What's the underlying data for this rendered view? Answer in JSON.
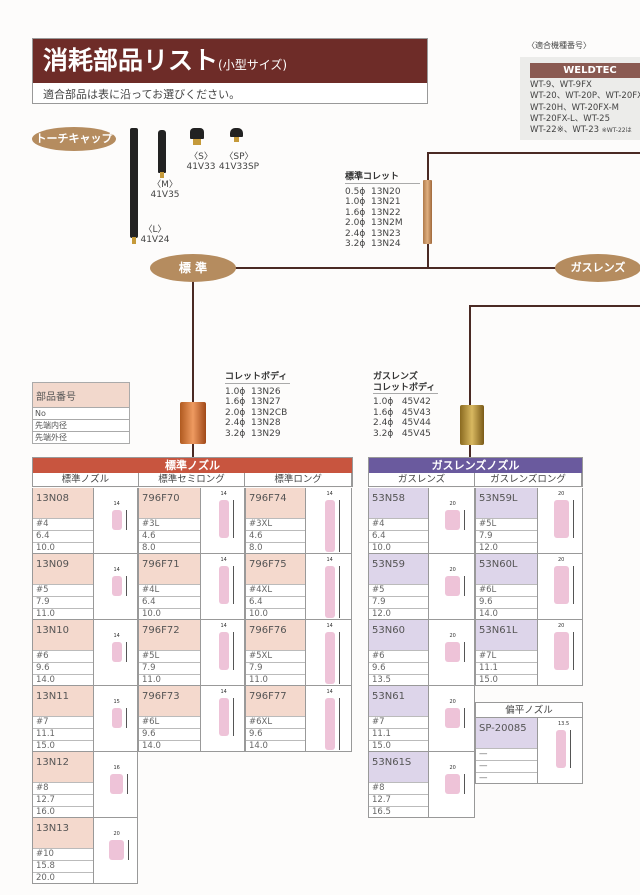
{
  "title": {
    "main": "消耗部品リスト",
    "sub": "(小型サイズ)",
    "note": "適合部品は表に沿ってお選びください。"
  },
  "compat": {
    "label": "〈適合機種番号〉",
    "brand": "WELDTEC",
    "models": [
      "WT-9、WT-9FX",
      "WT-20、WT-20P、WT-20FX",
      "WT-20H、WT-20FX-M",
      "WT-20FX-L、WT-25",
      "WT-22※、WT-23"
    ],
    "footnote": "※WT-22は"
  },
  "torch_cap": {
    "label": "トーチキャップ",
    "items": [
      {
        "size": "〈L〉",
        "code": "41V24"
      },
      {
        "size": "〈M〉",
        "code": "41V35"
      },
      {
        "size": "〈S〉",
        "code": "41V33"
      },
      {
        "size": "〈SP〉",
        "code": "41V33SP"
      }
    ]
  },
  "standard_label": "標 準",
  "gaslens_label": "ガスレンズ",
  "collet": {
    "title": "標準コレット",
    "items": [
      "0.5ϕ  13N20",
      "1.0ϕ  13N21",
      "1.6ϕ  13N22",
      "2.0ϕ  13N2M",
      "2.4ϕ  13N23",
      "3.2ϕ  13N24"
    ]
  },
  "collet_body": {
    "title": "コレットボディ",
    "items": [
      "1.0ϕ  13N26",
      "1.6ϕ  13N27",
      "2.0ϕ  13N2CB",
      "2.4ϕ  13N28",
      "3.2ϕ  13N29"
    ]
  },
  "gas_collet_body": {
    "title1": "ガスレンズ",
    "title2": "コレットボディ",
    "items": [
      "1.0ϕ   45V42",
      "1.6ϕ   45V43",
      "2.4ϕ   45V44",
      "3.2ϕ   45V45"
    ]
  },
  "legend": {
    "title": "部品番号",
    "rows": [
      "No",
      "先端内径",
      "先端外径"
    ]
  },
  "standard_nozzle": {
    "title": "標準ノズル",
    "color": "#c8553f",
    "cellcolor": "#f4d9cd",
    "columns": [
      {
        "header": "標準ノズル",
        "items": [
          [
            "13N08",
            "#4",
            "6.4",
            "10.0",
            "14"
          ],
          [
            "13N09",
            "#5",
            "7.9",
            "11.0",
            "14"
          ],
          [
            "13N10",
            "#6",
            "9.6",
            "14.0",
            "14"
          ],
          [
            "13N11",
            "#7",
            "11.1",
            "15.0",
            "15"
          ],
          [
            "13N12",
            "#8",
            "12.7",
            "16.0",
            "16"
          ],
          [
            "13N13",
            "#10",
            "15.8",
            "20.0",
            "20"
          ]
        ]
      },
      {
        "header": "標準セミロング",
        "items": [
          [
            "796F70",
            "#3L",
            "4.6",
            "8.0",
            "14"
          ],
          [
            "796F71",
            "#4L",
            "6.4",
            "10.0",
            "14"
          ],
          [
            "796F72",
            "#5L",
            "7.9",
            "11.0",
            "14"
          ],
          [
            "796F73",
            "#6L",
            "9.6",
            "14.0",
            "14"
          ]
        ]
      },
      {
        "header": "標準ロング",
        "items": [
          [
            "796F74",
            "#3XL",
            "4.6",
            "8.0",
            "14"
          ],
          [
            "796F75",
            "#4XL",
            "6.4",
            "10.0",
            "14"
          ],
          [
            "796F76",
            "#5XL",
            "7.9",
            "11.0",
            "14"
          ],
          [
            "796F77",
            "#6XL",
            "9.6",
            "14.0",
            "14"
          ]
        ]
      }
    ]
  },
  "gaslens_nozzle": {
    "title": "ガスレンズノズル",
    "color": "#6a5a9e",
    "cellcolor": "#ddd5ea",
    "columns": [
      {
        "header": "ガスレンズ",
        "items": [
          [
            "53N58",
            "#4",
            "6.4",
            "10.0",
            "20"
          ],
          [
            "53N59",
            "#5",
            "7.9",
            "12.0",
            "20"
          ],
          [
            "53N60",
            "#6",
            "9.6",
            "13.5",
            "20"
          ],
          [
            "53N61",
            "#7",
            "11.1",
            "15.0",
            "20"
          ],
          [
            "53N61S",
            "#8",
            "12.7",
            "16.5",
            "20"
          ]
        ]
      },
      {
        "header": "ガスレンズロング",
        "items": [
          [
            "53N59L",
            "#5L",
            "7.9",
            "12.0",
            "20"
          ],
          [
            "53N60L",
            "#6L",
            "9.6",
            "14.0",
            "20"
          ],
          [
            "53N61L",
            "#7L",
            "11.1",
            "15.0",
            "20"
          ]
        ]
      }
    ]
  },
  "flat_nozzle": {
    "header": "偏平ノズル",
    "item": [
      "SP-20085",
      "—",
      "—",
      "—",
      "13.5"
    ]
  }
}
